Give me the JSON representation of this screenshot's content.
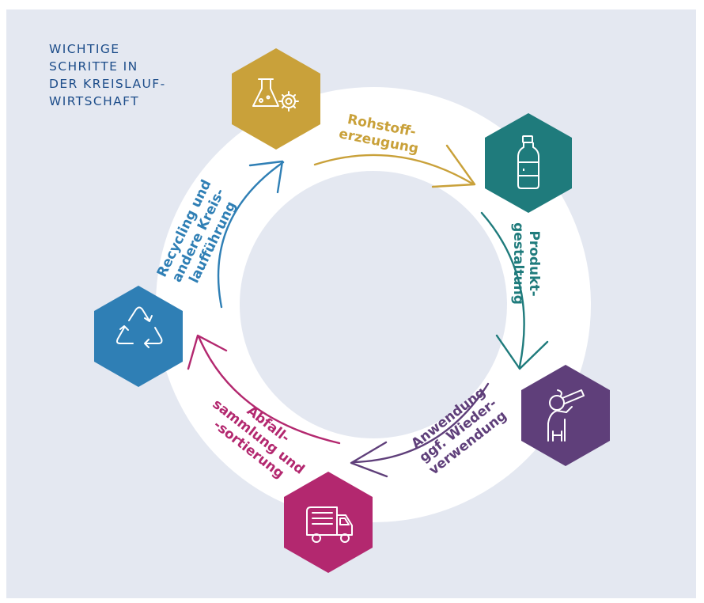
{
  "title": {
    "lines": [
      "WICHTIGE",
      "SCHRITTE IN",
      "DER KREISLAUF-",
      "WIRTSCHAFT"
    ]
  },
  "colors": {
    "background": "#e4e8f1",
    "ring": "#ffffff",
    "raw_materials": "#c9a13a",
    "product_design": "#1f7b7c",
    "use": "#5f3f7a",
    "collection": "#b3286f",
    "recycling": "#2f7fb5"
  },
  "steps": [
    {
      "id": "rohstoff",
      "icon": "flask-gear-icon",
      "lines": [
        "Rohstoff-",
        "erzeugung"
      ]
    },
    {
      "id": "produkt",
      "icon": "bottle-icon",
      "lines": [
        "Produkt-",
        "gestaltung"
      ]
    },
    {
      "id": "anwendung",
      "icon": "person-drinking-icon",
      "lines": [
        "Anwendung",
        "ggf. Wieder-",
        "verwendung"
      ]
    },
    {
      "id": "abfall",
      "icon": "garbage-truck-icon",
      "lines": [
        "Abfall-",
        "sammlung und",
        "-sortierung"
      ]
    },
    {
      "id": "recycling",
      "icon": "recycling-icon",
      "lines": [
        "Recycling und",
        "andere Kreis-",
        "laufführung"
      ]
    }
  ]
}
